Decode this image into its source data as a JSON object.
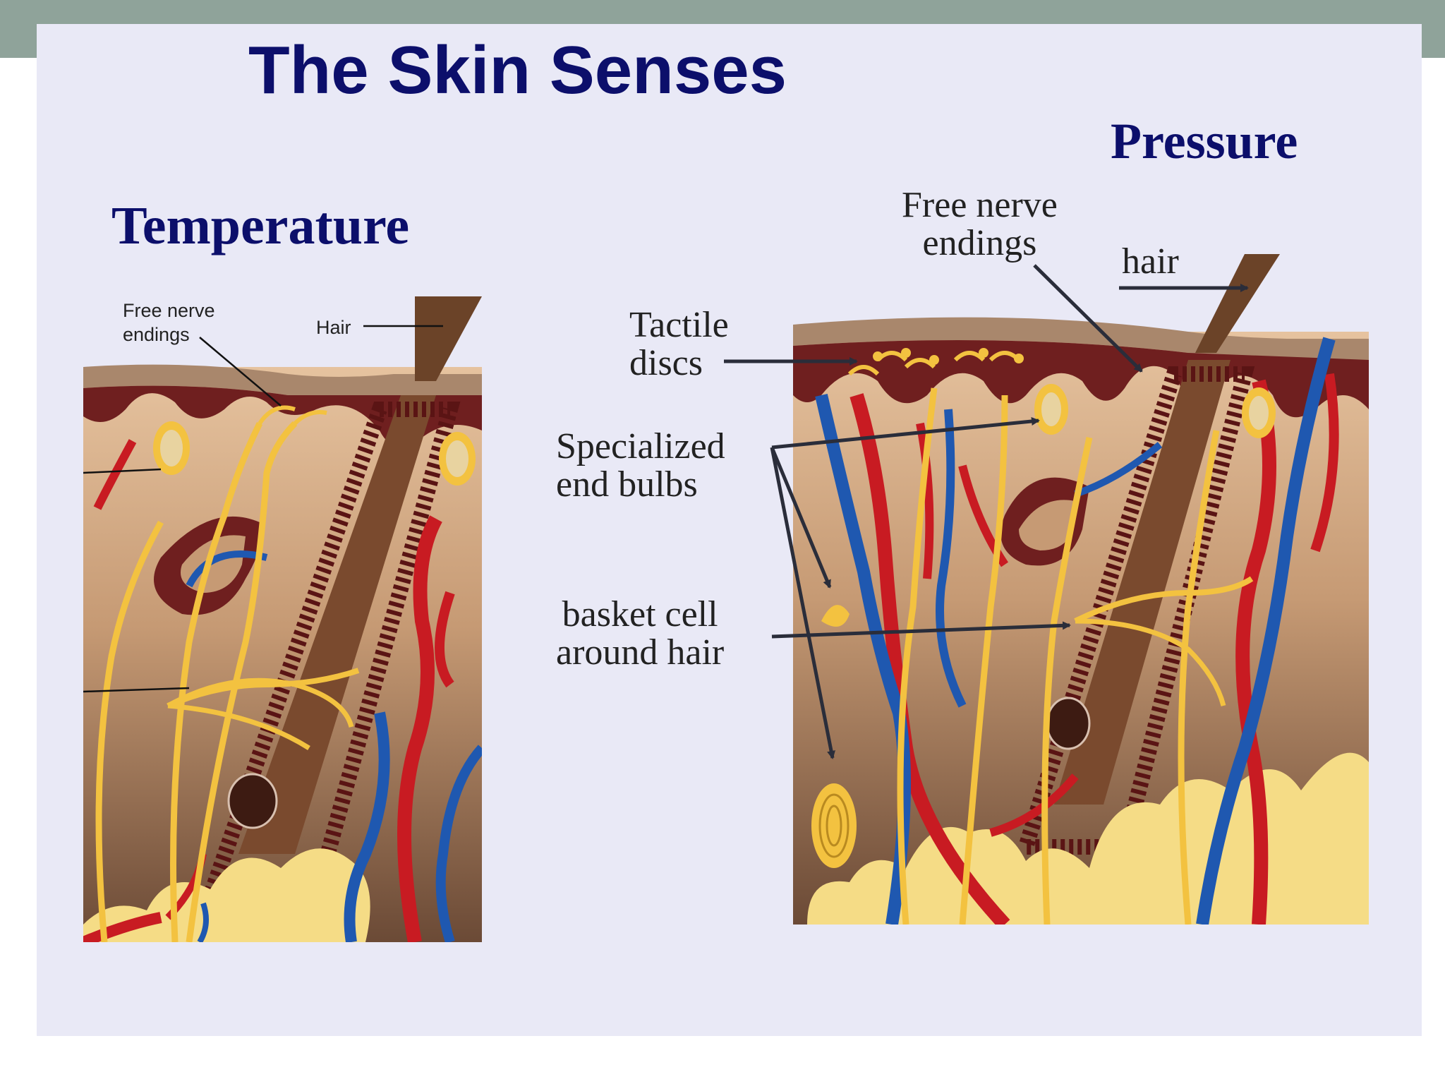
{
  "slide": {
    "title": "The Skin Senses",
    "colors": {
      "title": "#0c0f6b",
      "frame": "#8fa39a",
      "background": "#e9e9f6"
    }
  },
  "temperature_panel": {
    "heading": "Temperature",
    "labels": {
      "free_nerve_endings": "Free nerve\nendings",
      "hair": "Hair"
    }
  },
  "pressure_panel": {
    "heading": "Pressure",
    "labels": {
      "free_nerve_endings": "Free nerve\nendings",
      "hair": "hair",
      "tactile_discs": "Tactile\ndiscs",
      "specialized_end_bulbs": "Specialized\nend bulbs",
      "basket_cell": "basket cell\naround hair"
    }
  }
}
